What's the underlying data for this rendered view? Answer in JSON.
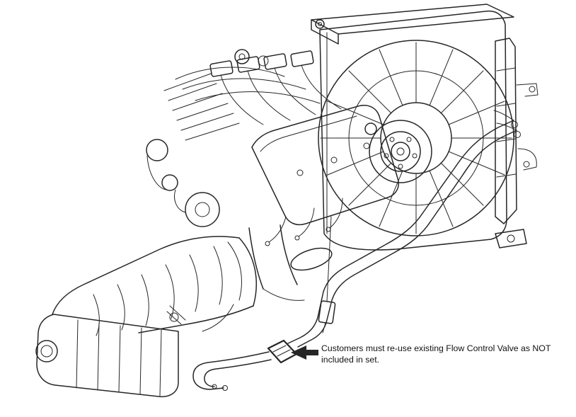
{
  "colors": {
    "ink": "#262626",
    "background": "#ffffff",
    "text": "#111111"
  },
  "annotation": {
    "line1": "Customers must re-use existing Flow Control Valve as NOT",
    "line2": "included in set."
  },
  "figure": {
    "kind": "engine-transmission-cooling-line-illustration",
    "parts": [
      "radiator-and-shroud",
      "cooling-fan",
      "engine",
      "transmission",
      "transmission-cooler-lines",
      "flow-control-valve"
    ]
  }
}
